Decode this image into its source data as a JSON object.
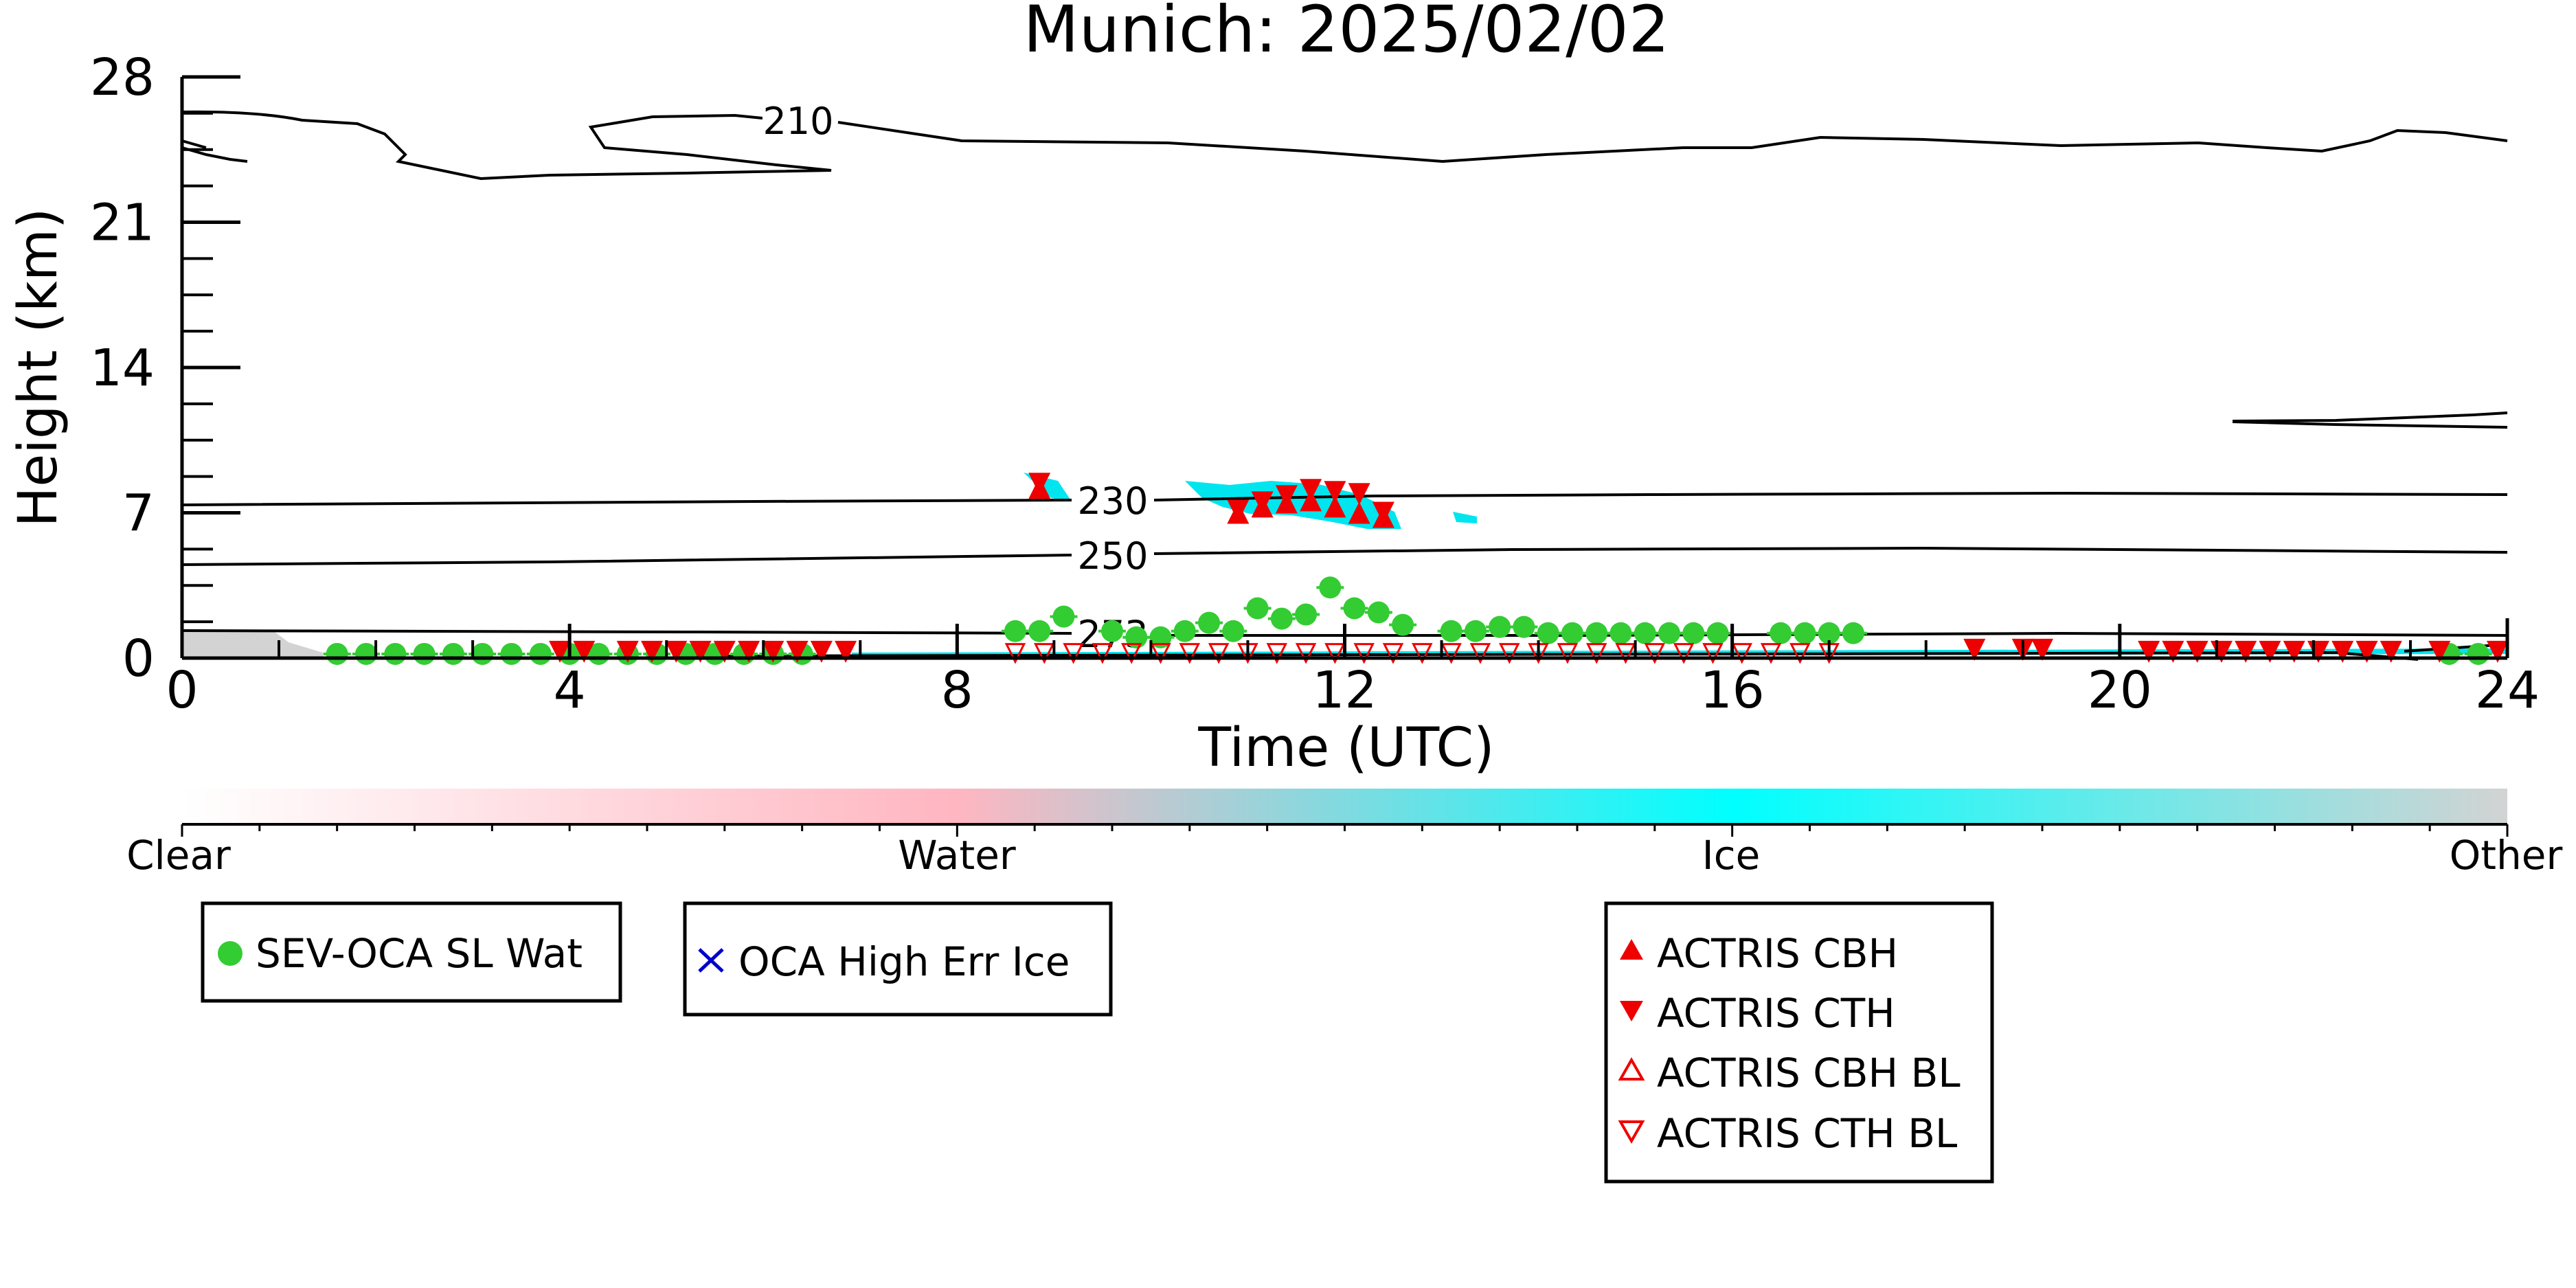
{
  "chart_data": {
    "type": "scatter",
    "title": "Munich: 2025/02/02",
    "xlabel": "Time (UTC)",
    "ylabel": "Height (km)",
    "xlim": [
      0,
      24
    ],
    "ylim": [
      0,
      28
    ],
    "xticks": [
      "0",
      "4",
      "8",
      "12",
      "16",
      "20",
      "24"
    ],
    "xtick_values": [
      0,
      4,
      8,
      12,
      16,
      20,
      24
    ],
    "yticks": [
      "0",
      "7",
      "14",
      "21",
      "28"
    ],
    "ytick_values": [
      0,
      7,
      14,
      21,
      28
    ],
    "contours": [
      {
        "label": "210",
        "level_km": 25.2
      },
      {
        "label": "230",
        "level_km": 7.6
      },
      {
        "label": "250",
        "level_km": 4.7
      },
      {
        "label": "273",
        "level_km": 1.2
      }
    ],
    "colorbar": {
      "labels": [
        "Clear",
        "Water",
        "Ice",
        "Other"
      ],
      "colors": [
        "#ffffff",
        "#ffb6c1",
        "#00ffff",
        "#d3d3d3"
      ]
    },
    "series": [
      {
        "name": "SEV-OCA SL Wat",
        "color": "#33cc33",
        "marker": "circle",
        "points": [
          [
            1.6,
            0.2
          ],
          [
            1.9,
            0.2
          ],
          [
            2.2,
            0.2
          ],
          [
            2.5,
            0.2
          ],
          [
            2.8,
            0.2
          ],
          [
            3.1,
            0.2
          ],
          [
            3.4,
            0.2
          ],
          [
            3.7,
            0.2
          ],
          [
            4.0,
            0.2
          ],
          [
            4.3,
            0.2
          ],
          [
            4.6,
            0.2
          ],
          [
            4.9,
            0.2
          ],
          [
            5.2,
            0.2
          ],
          [
            5.5,
            0.2
          ],
          [
            5.8,
            0.2
          ],
          [
            6.1,
            0.2
          ],
          [
            6.4,
            0.2
          ],
          [
            8.6,
            1.3
          ],
          [
            8.85,
            1.3
          ],
          [
            9.1,
            2.0
          ],
          [
            9.6,
            1.3
          ],
          [
            9.85,
            1.0
          ],
          [
            10.1,
            1.0
          ],
          [
            10.35,
            1.3
          ],
          [
            10.6,
            1.7
          ],
          [
            10.85,
            1.3
          ],
          [
            11.1,
            2.4
          ],
          [
            11.35,
            1.9
          ],
          [
            11.6,
            2.1
          ],
          [
            11.85,
            3.4
          ],
          [
            12.1,
            2.4
          ],
          [
            12.35,
            2.2
          ],
          [
            12.6,
            1.6
          ],
          [
            13.1,
            1.3
          ],
          [
            13.35,
            1.3
          ],
          [
            13.6,
            1.5
          ],
          [
            13.85,
            1.5
          ],
          [
            14.1,
            1.2
          ],
          [
            14.35,
            1.2
          ],
          [
            14.6,
            1.2
          ],
          [
            14.85,
            1.2
          ],
          [
            15.1,
            1.2
          ],
          [
            15.35,
            1.2
          ],
          [
            15.6,
            1.2
          ],
          [
            15.85,
            1.2
          ],
          [
            16.5,
            1.2
          ],
          [
            16.75,
            1.2
          ],
          [
            17.0,
            1.2
          ],
          [
            17.25,
            1.2
          ],
          [
            23.4,
            0.2
          ],
          [
            23.7,
            0.2
          ]
        ]
      },
      {
        "name": "OCA High Err Ice",
        "color": "#0000cc",
        "marker": "x",
        "points": []
      },
      {
        "name": "ACTRIS CBH",
        "color": "#ee0000",
        "marker": "triangle-up",
        "points": [
          [
            8.85,
            8.2
          ],
          [
            10.9,
            7.0
          ],
          [
            11.15,
            7.3
          ],
          [
            11.4,
            7.5
          ],
          [
            11.65,
            7.6
          ],
          [
            11.9,
            7.3
          ],
          [
            12.15,
            7.0
          ],
          [
            12.4,
            6.8
          ]
        ]
      },
      {
        "name": "ACTRIS CTH",
        "color": "#ee0000",
        "marker": "triangle-down",
        "points": [
          [
            3.9,
            0.3
          ],
          [
            4.15,
            0.3
          ],
          [
            4.6,
            0.3
          ],
          [
            4.85,
            0.3
          ],
          [
            5.1,
            0.3
          ],
          [
            5.35,
            0.3
          ],
          [
            5.6,
            0.3
          ],
          [
            5.85,
            0.3
          ],
          [
            6.1,
            0.3
          ],
          [
            6.35,
            0.3
          ],
          [
            6.6,
            0.3
          ],
          [
            6.85,
            0.3
          ],
          [
            8.85,
            8.4
          ],
          [
            10.9,
            7.1
          ],
          [
            11.15,
            7.5
          ],
          [
            11.4,
            7.8
          ],
          [
            11.65,
            8.1
          ],
          [
            11.9,
            8.0
          ],
          [
            12.15,
            7.9
          ],
          [
            12.4,
            7.0
          ],
          [
            18.5,
            0.4
          ],
          [
            19.0,
            0.4
          ],
          [
            19.2,
            0.4
          ],
          [
            20.3,
            0.3
          ],
          [
            20.55,
            0.3
          ],
          [
            20.8,
            0.3
          ],
          [
            21.05,
            0.3
          ],
          [
            21.3,
            0.3
          ],
          [
            21.55,
            0.3
          ],
          [
            21.8,
            0.3
          ],
          [
            22.05,
            0.3
          ],
          [
            22.3,
            0.3
          ],
          [
            22.55,
            0.3
          ],
          [
            22.8,
            0.3
          ],
          [
            23.3,
            0.3
          ],
          [
            23.9,
            0.3
          ]
        ]
      },
      {
        "name": "ACTRIS CBH BL",
        "color": "#ee0000",
        "marker": "triangle-up-open",
        "points": []
      },
      {
        "name": "ACTRIS CTH BL",
        "color": "#ee0000",
        "marker": "triangle-down-open",
        "points": [
          [
            8.6,
            0.25
          ],
          [
            8.9,
            0.25
          ],
          [
            9.2,
            0.25
          ],
          [
            9.5,
            0.25
          ],
          [
            9.8,
            0.25
          ],
          [
            10.1,
            0.25
          ],
          [
            10.4,
            0.25
          ],
          [
            10.7,
            0.25
          ],
          [
            11.0,
            0.25
          ],
          [
            11.3,
            0.25
          ],
          [
            11.6,
            0.25
          ],
          [
            11.9,
            0.25
          ],
          [
            12.2,
            0.25
          ],
          [
            12.5,
            0.25
          ],
          [
            12.8,
            0.25
          ],
          [
            13.1,
            0.25
          ],
          [
            13.4,
            0.25
          ],
          [
            13.7,
            0.25
          ],
          [
            14.0,
            0.25
          ],
          [
            14.3,
            0.25
          ],
          [
            14.6,
            0.25
          ],
          [
            14.9,
            0.25
          ],
          [
            15.2,
            0.25
          ],
          [
            15.5,
            0.25
          ],
          [
            15.8,
            0.25
          ],
          [
            16.1,
            0.25
          ],
          [
            16.4,
            0.25
          ],
          [
            16.7,
            0.25
          ],
          [
            17.0,
            0.25
          ]
        ]
      }
    ],
    "legend_groups": [
      [
        "SEV-OCA SL Wat"
      ],
      [
        "OCA High Err Ice"
      ],
      [
        "ACTRIS CBH",
        "ACTRIS CTH",
        "ACTRIS CBH BL",
        "ACTRIS CTH BL"
      ]
    ]
  }
}
